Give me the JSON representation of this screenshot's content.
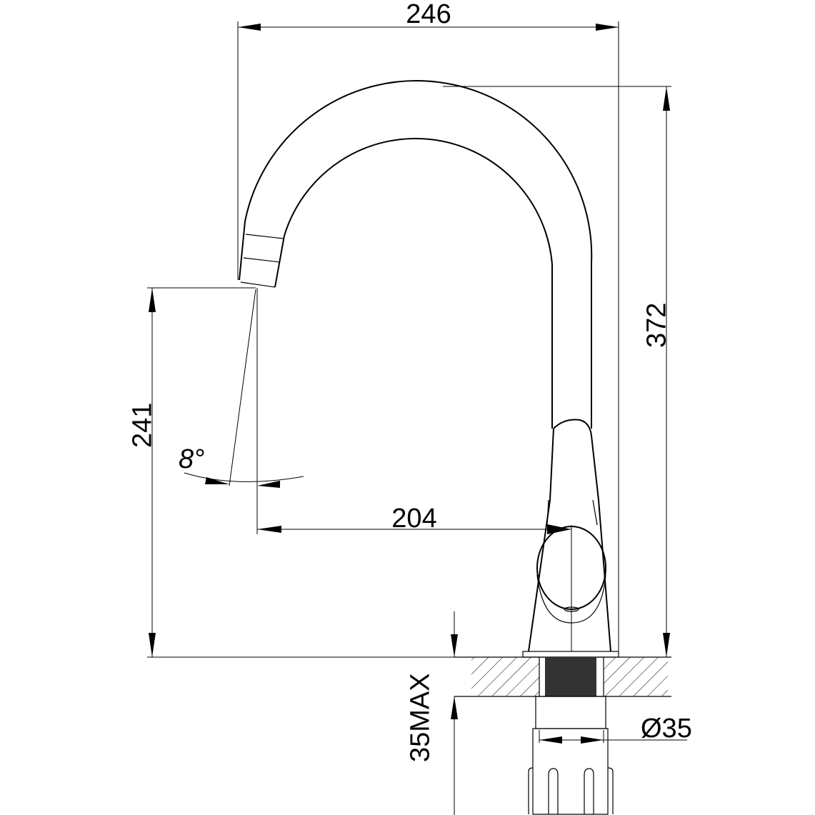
{
  "drawing": {
    "dimensions": {
      "overall_reach": "246",
      "overall_height": "372",
      "spout_height": "241",
      "spout_reach": "204",
      "spout_angle": "8°",
      "mount_diameter": "Ø35",
      "max_counter_thickness": "35MAX"
    },
    "colors": {
      "line": "#000000",
      "background": "#ffffff",
      "thread": "#333333"
    }
  }
}
